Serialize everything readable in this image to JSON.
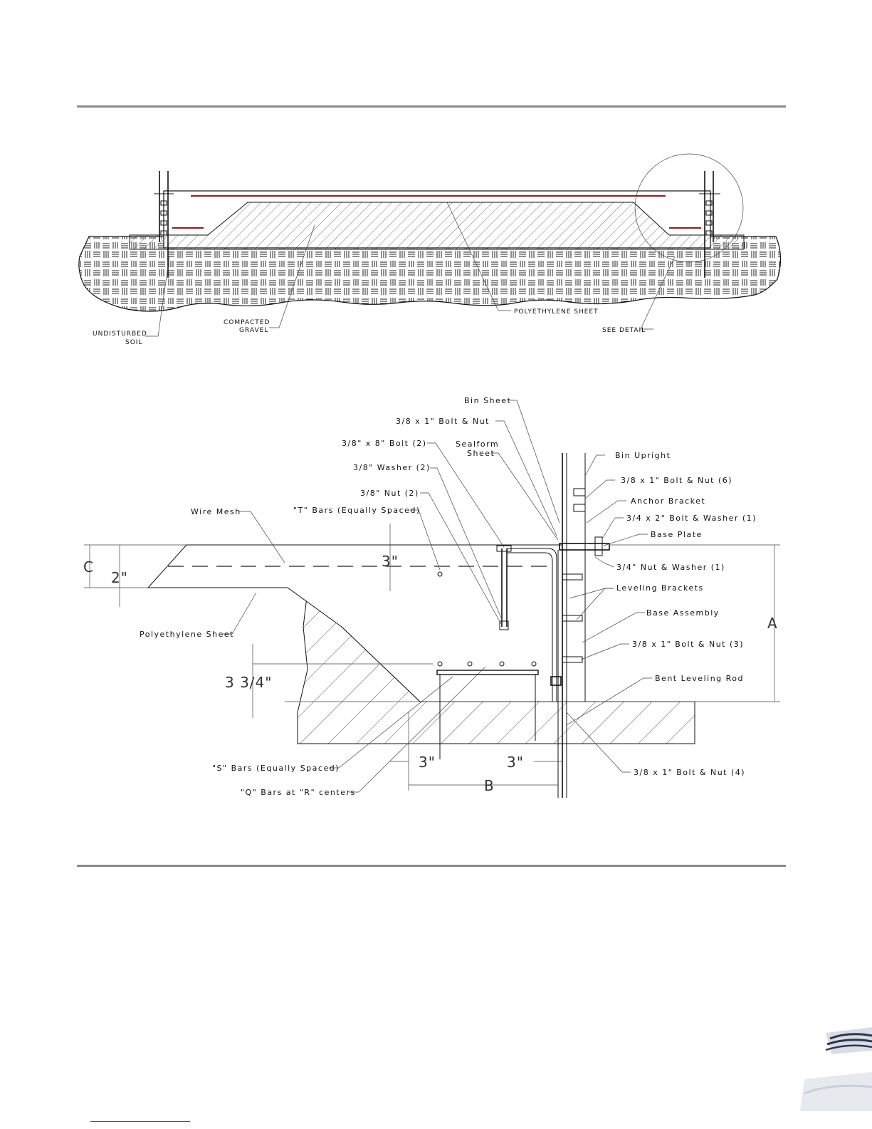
{
  "overview": {
    "labels": {
      "undisturbed_soil": [
        "UNDISTURBED",
        "SOIL"
      ],
      "compacted_gravel": [
        "COMPACTED",
        "GRAVEL"
      ],
      "polyethylene_sheet": "POLYETHYLENE SHEET",
      "see_detail": "SEE DETAIL"
    }
  },
  "detail": {
    "callouts": {
      "bin_sheet": "Bin Sheet",
      "bolt_nut_top": "3/8 x 1\" Bolt & Nut",
      "bolt_8": "3/8\" x 8\" Bolt (2)",
      "seal_form": [
        "Sealform",
        "Sheet"
      ],
      "washer": "3/8\" Washer (2)",
      "nut": "3/8\" Nut (2)",
      "t_bars": "\"T\" Bars (Equally Spaced)",
      "wire_mesh": "Wire Mesh",
      "bin_upright": "Bin Upright",
      "bolt_nut_6": "3/8 x 1\" Bolt & Nut (6)",
      "anchor_bracket": "Anchor Bracket",
      "bolt_washer_1": "3/4 x 2\" Bolt & Washer (1)",
      "base_plate": "Base Plate",
      "nut_washer_1": "3/4\" Nut & Washer (1)",
      "leveling_brackets": "Leveling Brackets",
      "base_assembly": "Base Assembly",
      "bolt_nut_3": "3/8 x 1\" Bolt & Nut (3)",
      "bent_leveling_rod": "Bent Leveling Rod",
      "polyethylene_sheet": "Polyethylene Sheet",
      "s_bars": "\"S\" Bars (Equally Spaced)",
      "q_bars": "\"Q\" Bars at \"R\" centers",
      "bolt_nut_4": "3/8 x 1\" Bolt & Nut (4)"
    },
    "dimensions": {
      "c": "C",
      "two_in": "2\"",
      "three_in_top": "3\"",
      "three_three_quarter": "3  3/4\"",
      "a": "A",
      "three_in_left": "3\"",
      "three_in_right": "3\"",
      "b": "B"
    }
  }
}
